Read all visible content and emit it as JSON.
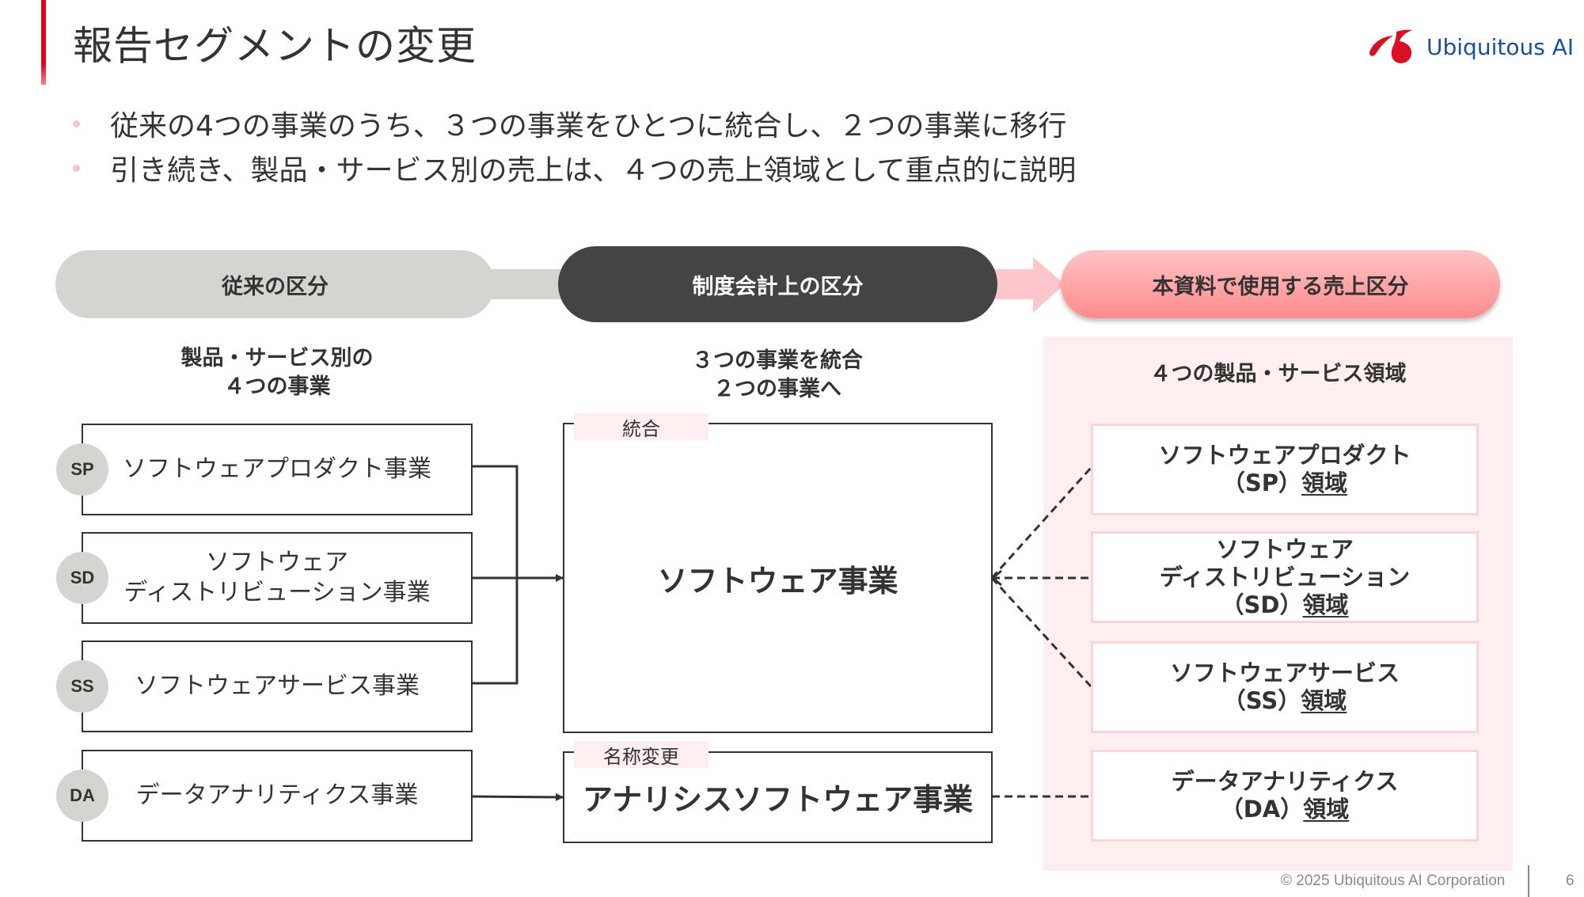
{
  "header": {
    "title": "報告セグメントの変更",
    "logo_text": "Ubiquitous AI",
    "accent_color": "#e0001a",
    "logo_color": "#1a4f9c"
  },
  "bullets": [
    "従来の4つの事業のうち、３つの事業をひとつに統合し、２つの事業に移行",
    "引き続き、製品・サービス別の売上は、４つの売上領域として重点的に説明"
  ],
  "stages": {
    "old": "従来の区分",
    "statutory": "制度会計上の区分",
    "document": "本資料で使用する売上区分"
  },
  "section_heads": {
    "old_line1": "製品・サービス別の",
    "old_line2": "４つの事業",
    "statutory_line1": "３つの事業を統合",
    "statutory_line2": "２つの事業へ",
    "document": "４つの製品・サービス領域"
  },
  "old_businesses": [
    {
      "code": "SP",
      "line1": "ソフトウェアプロダクト事業",
      "line2": ""
    },
    {
      "code": "SD",
      "line1": "ソフトウェア",
      "line2": "ディストリビューション事業"
    },
    {
      "code": "SS",
      "line1": "ソフトウェアサービス事業",
      "line2": ""
    },
    {
      "code": "DA",
      "line1": "データアナリティクス事業",
      "line2": ""
    }
  ],
  "statutory_businesses": [
    {
      "tag": "統合",
      "name": "ソフトウェア事業"
    },
    {
      "tag": "名称変更",
      "name": "アナリシスソフトウェア事業"
    }
  ],
  "domains": [
    {
      "line1": "ソフトウェアプロダクト",
      "line2": "",
      "code": "（SP）",
      "suffix": "領域"
    },
    {
      "line1": "ソフトウェア",
      "line2": "ディストリビューション",
      "code": "（SD）",
      "suffix": "領域"
    },
    {
      "line1": "ソフトウェアサービス",
      "line2": "",
      "code": "（SS）",
      "suffix": "領域"
    },
    {
      "line1": "データアナリティクス",
      "line2": "",
      "code": "（DA）",
      "suffix": "領域"
    }
  ],
  "footer": {
    "copyright": "© 2025 Ubiquitous AI Corporation",
    "page": "6"
  }
}
